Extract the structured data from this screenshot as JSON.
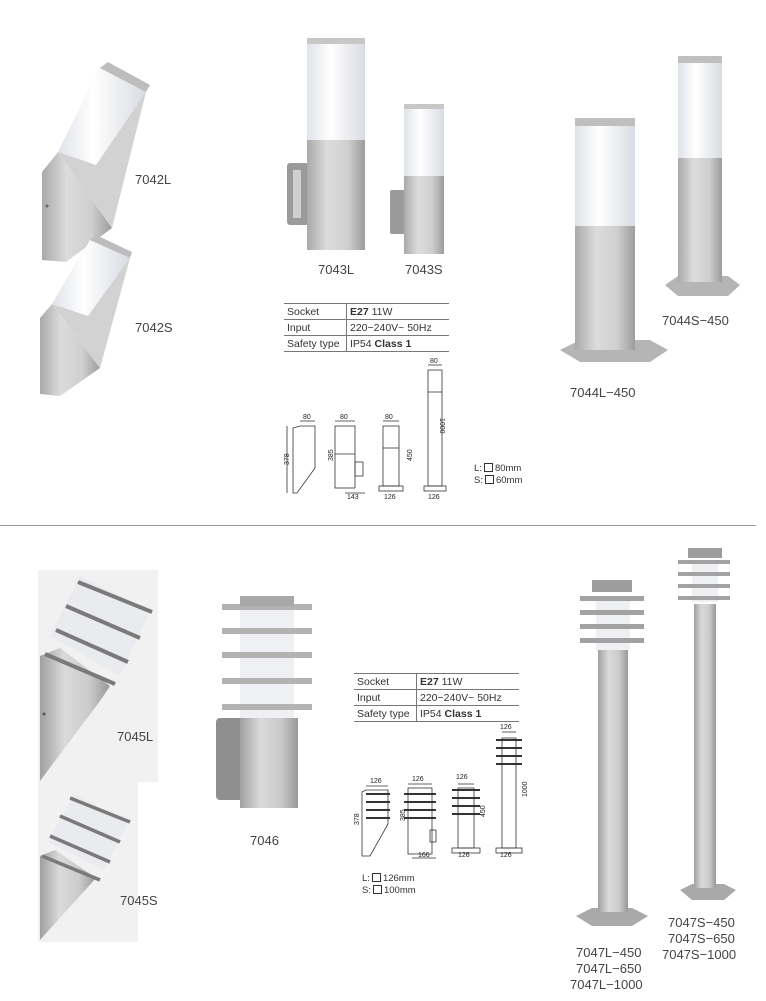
{
  "top": {
    "labels": {
      "l7042L": "7042L",
      "l7042S": "7042S",
      "l7043L": "7043L",
      "l7043S": "7043S",
      "l7044S": "7044S−450",
      "l7044L": "7044L−450"
    },
    "spec": {
      "rows": [
        {
          "key": "Socket",
          "v1": "E27",
          "v2": "11W"
        },
        {
          "key": "Input",
          "v1": "220−240V~ 50Hz",
          "v2": ""
        },
        {
          "key": "Safety type",
          "v1": "IP54",
          "v2": "Class 1"
        }
      ]
    },
    "dims": {
      "d80a": "80",
      "d378": "378",
      "d80b": "80",
      "d385": "385",
      "d143": "143",
      "d80c": "80",
      "d450": "450",
      "d126a": "126",
      "d80d": "80",
      "d1000": "1000",
      "d126b": "126"
    },
    "sizes": {
      "large": "L: □ 80mm",
      "small": "S: □ 60mm",
      "large_label": "L:",
      "large_value": "80mm",
      "small_label": "S:",
      "small_value": "60mm"
    }
  },
  "bottom": {
    "labels": {
      "l7045L": "7045L",
      "l7045S": "7045S",
      "l7046": "7046",
      "l7047L450": "7047L−450",
      "l7047L650": "7047L−650",
      "l7047L1000": "7047L−1000",
      "l7047S450": "7047S−450",
      "l7047S650": "7047S−650",
      "l7047S1000": "7047S−1000"
    },
    "spec": {
      "rows": [
        {
          "key": "Socket",
          "v1": "E27",
          "v2": "11W"
        },
        {
          "key": "Input",
          "v1": "220−240V~ 50Hz",
          "v2": ""
        },
        {
          "key": "Safety type",
          "v1": "IP54",
          "v2": "Class 1"
        }
      ]
    },
    "dims": {
      "d126a": "126",
      "d378": "378",
      "d126b": "126",
      "d385": "385",
      "d166": "166",
      "d126c": "126",
      "d450": "450",
      "d126d": "126",
      "d126e": "126",
      "d1000": "1000",
      "d126f": "126"
    },
    "sizes": {
      "large_label": "L:",
      "large_value": "126mm",
      "small_label": "S:",
      "small_value": "100mm"
    }
  },
  "colors": {
    "steel": "#c9c9c9",
    "opal": "#f2f3f5",
    "line": "#777777"
  }
}
